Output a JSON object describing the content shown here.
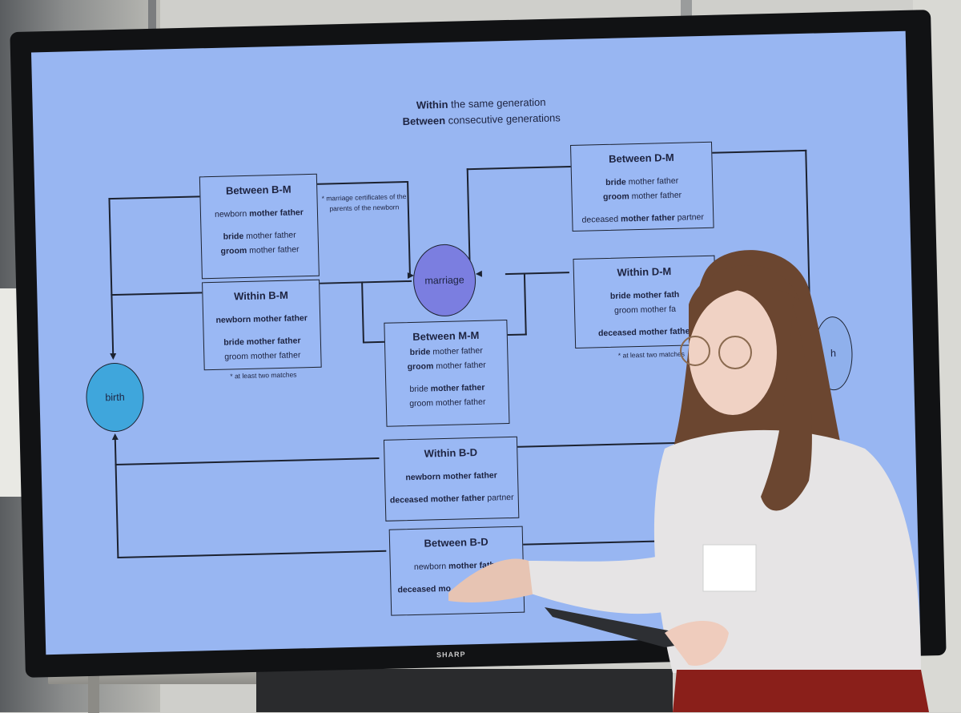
{
  "slide": {
    "title_line1_bold": "Within",
    "title_line1_rest": " the same generation",
    "title_line2_bold": "Between",
    "title_line2_rest": " consecutive generations",
    "tv_brand": "SHARP"
  },
  "nodes": {
    "birth": "birth",
    "marriage": "marriage",
    "death_partial": "h"
  },
  "boxes": {
    "between_bm": {
      "title": "Between B-M",
      "r1_a": "newborn ",
      "r1_b": "mother",
      "r1_c": "father",
      "r2_a": "bride",
      "r2_b": "mother",
      "r2_c": "father",
      "r3_a": "groom",
      "r3_b": "mother",
      "r3_c": "father"
    },
    "within_bm": {
      "title": "Within B-M",
      "r1": "newborn",
      "r1_b": "mother",
      "r1_c": "father",
      "r2_a": "bride",
      "r2_b": "mother",
      "r2_c": "father",
      "r3_a": "groom",
      "r3_b": "mother",
      "r3_c": "father"
    },
    "between_mm": {
      "title": "Between M-M",
      "r1_a": "bride",
      "r1_b": "mother",
      "r1_c": "father",
      "r2_a": "groom",
      "r2_b": "mother",
      "r2_c": "father",
      "r3_a": "bride",
      "r3_b": "mother",
      "r3_c": "father",
      "r4_a": "groom",
      "r4_b": "mother",
      "r4_c": "father"
    },
    "between_dm": {
      "title": "Between D-M",
      "r1_a": "bride",
      "r1_b": "mother",
      "r1_c": "father",
      "r2_a": "groom",
      "r2_b": "mother",
      "r2_c": "father",
      "r3_a": "deceased",
      "r3_b": "mother father",
      "r3_c": "partner"
    },
    "within_dm": {
      "title": "Within D-M",
      "r1_a": "bride",
      "r1_b": "mother",
      "r1_c": "fath",
      "r2_a": "groom",
      "r2_b": "mother",
      "r2_c": "fa",
      "r3_a": "deceased mother father"
    },
    "within_bd": {
      "title": "Within B-D",
      "r1": "newborn mother father",
      "r2_a": "deceased mother father",
      "r2_b": "partner"
    },
    "between_bd": {
      "title": "Between B-D",
      "r1_a": "newborn",
      "r1_b": "mother fathe",
      "r2_a": "deceased mo"
    }
  },
  "notes": {
    "marriage_certs": "* marriage certificates of the parents of the newborn",
    "two_matches_left": "* at least two matches",
    "two_matches_right": "* at least two matches"
  },
  "colors": {
    "screen": "#98b6f2",
    "birth_node": "#3fa6dc",
    "marriage_node": "#7b7ee0",
    "line": "#1c2230"
  }
}
